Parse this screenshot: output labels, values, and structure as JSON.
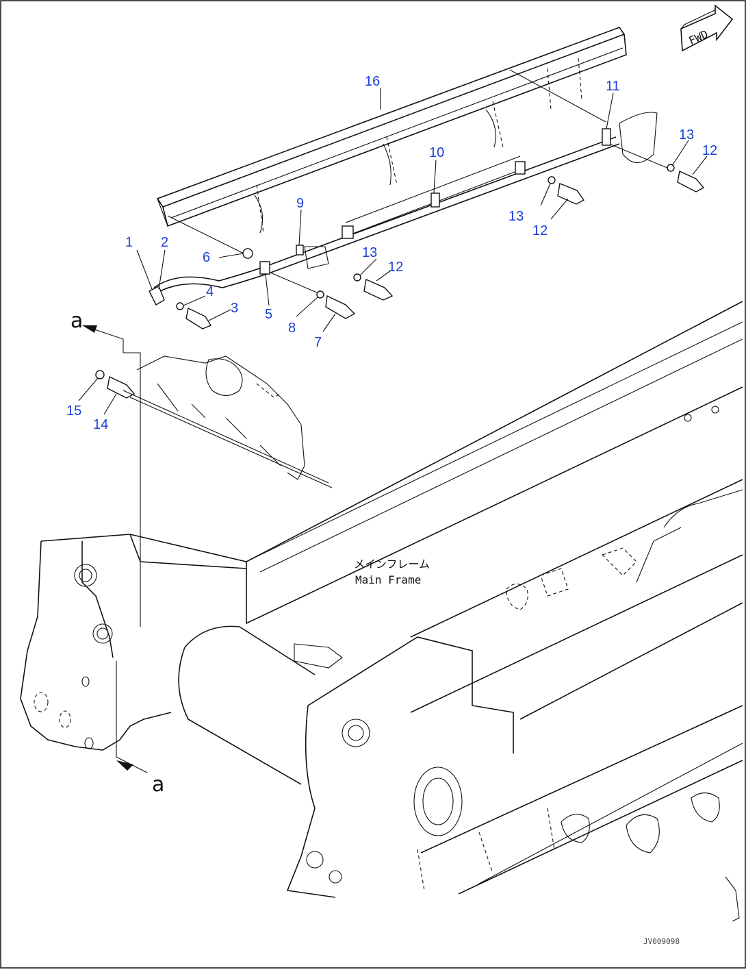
{
  "fwd_label": "FWD",
  "frame_label_jp": "メインフレーム",
  "frame_label_en": "Main Frame",
  "section_marker": "a",
  "drawing_code": "JV009098",
  "callouts": [
    {
      "id": "c16",
      "text": "16"
    },
    {
      "id": "c11",
      "text": "11"
    },
    {
      "id": "c13a",
      "text": "13"
    },
    {
      "id": "c12a",
      "text": "12"
    },
    {
      "id": "c10",
      "text": "10"
    },
    {
      "id": "c13b",
      "text": "13"
    },
    {
      "id": "c12b",
      "text": "12"
    },
    {
      "id": "c9",
      "text": "9"
    },
    {
      "id": "c13c",
      "text": "13"
    },
    {
      "id": "c12c",
      "text": "12"
    },
    {
      "id": "c1",
      "text": "1"
    },
    {
      "id": "c2",
      "text": "2"
    },
    {
      "id": "c6",
      "text": "6"
    },
    {
      "id": "c4",
      "text": "4"
    },
    {
      "id": "c3",
      "text": "3"
    },
    {
      "id": "c5",
      "text": "5"
    },
    {
      "id": "c8",
      "text": "8"
    },
    {
      "id": "c7",
      "text": "7"
    },
    {
      "id": "c15",
      "text": "15"
    },
    {
      "id": "c14",
      "text": "14"
    }
  ]
}
